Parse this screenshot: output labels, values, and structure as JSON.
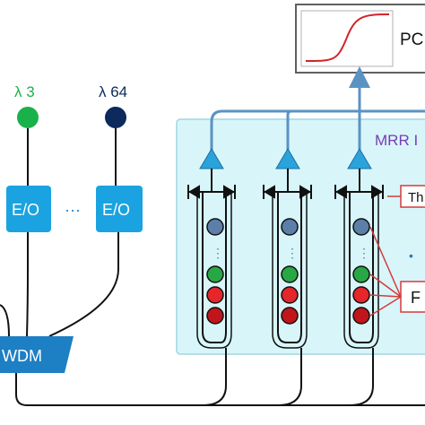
{
  "sources": [
    {
      "label": "λ 3",
      "color": "#19b24a"
    },
    {
      "label": "λ 64",
      "color": "#0c2a5c"
    }
  ],
  "eo_blocks": [
    {
      "label": "E/O"
    },
    {
      "label": "E/O"
    }
  ],
  "eo_ellipsis": "···",
  "wdm_label": "WDM",
  "pc_label": "PC",
  "mrr_panel_label": "MRR I",
  "right_box_top_label": "Th",
  "right_box_bottom_label": "F",
  "rings_ellipsis": "⋮",
  "right_ellipsis": "•",
  "colors": {
    "panel_fill": "#d8f6fa",
    "panel_stroke": "#9fd6e4",
    "block_fill": "#1aa3e0",
    "wdm_fill": "#1d7fc4",
    "amp_fill": "#2aa3dc",
    "arrow_blue": "#5a93c2",
    "purple_text": "#7a3db0",
    "red_box": "#d63a3a",
    "ring_blue": "#5b7fa8",
    "ring_green": "#27a844",
    "ring_red": "#e5262b",
    "ring_dark_red": "#c0161b",
    "curve_red": "#d0242a"
  }
}
